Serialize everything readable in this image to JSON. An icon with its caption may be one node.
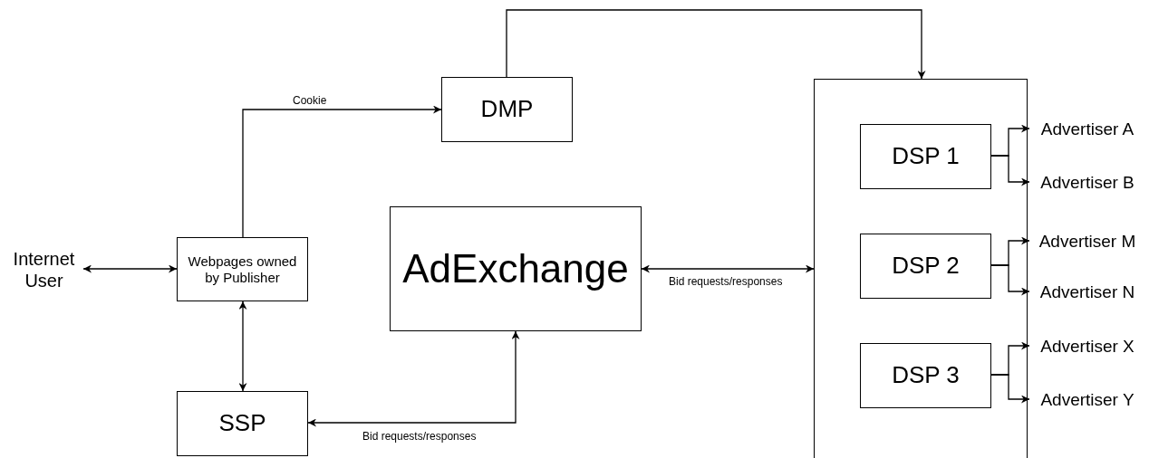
{
  "diagram": {
    "nodes": [
      {
        "text": [
          "Internet User"
        ]
      },
      {
        "text": [
          "Webpages owned by Publisher"
        ]
      },
      {
        "text": [
          "DMP"
        ]
      },
      {
        "text": [
          "AdExchange"
        ]
      },
      {
        "text": [
          "SSP"
        ]
      },
      {
        "text": [],
        "shape": "box"
      },
      {
        "text": [
          "DSP 1"
        ],
        "in": 5
      },
      {
        "text": [
          "DSP 2"
        ],
        "in": 5
      },
      {
        "text": [
          "DSP 3"
        ],
        "in": 5
      },
      {
        "text": [
          "Advertiser A"
        ]
      },
      {
        "text": [
          "Advertiser B"
        ]
      },
      {
        "text": [
          "Advertiser M"
        ]
      },
      {
        "text": [
          "Advertiser N"
        ]
      },
      {
        "text": [
          "Advertiser X"
        ]
      },
      {
        "text": [
          "Advertiser Y"
        ]
      }
    ],
    "edges": [
      {
        "from": 0,
        "to": 1,
        "arrow": "both"
      },
      {
        "from": 1,
        "to": 2,
        "arrow": "to",
        "label": "Cookie"
      },
      {
        "from": 2,
        "to": 5,
        "arrow": "to"
      },
      {
        "from": 1,
        "to": 4,
        "arrow": "both"
      },
      {
        "from": 4,
        "to": 3,
        "arrow": "both",
        "label": "Bid requests/responses"
      },
      {
        "from": 3,
        "to": 5,
        "arrow": "both",
        "label": "Bid requests/responses"
      },
      {
        "from": 6,
        "to": 9,
        "arrow": "to"
      },
      {
        "from": 6,
        "to": 10,
        "arrow": "to"
      },
      {
        "from": 7,
        "to": 11,
        "arrow": "to"
      },
      {
        "from": 7,
        "to": 12,
        "arrow": "to"
      },
      {
        "from": 8,
        "to": 13,
        "arrow": "to"
      },
      {
        "from": 8,
        "to": 14,
        "arrow": "to"
      }
    ]
  }
}
